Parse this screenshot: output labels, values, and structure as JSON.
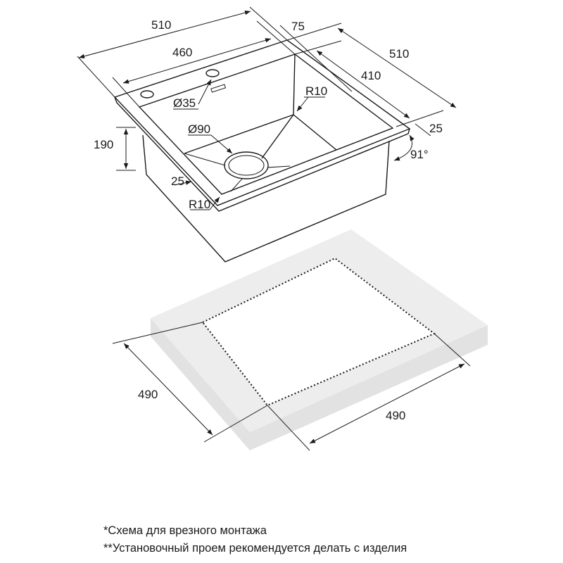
{
  "sink": {
    "dim_width_outer": "510",
    "dim_width_inner": "460",
    "dim_depth_outer": "510",
    "dim_depth_inner": "410",
    "dim_rim_back": "75",
    "dim_rim_side": "25",
    "dim_rim_front": "25",
    "dim_height": "190",
    "dim_tap_hole": "Ø35",
    "dim_drain": "Ø90",
    "dim_radius_back": "R10",
    "dim_radius_front": "R10",
    "dim_angle": "91°"
  },
  "cutout": {
    "dim_left": "490",
    "dim_right": "490"
  },
  "notes": [
    "*Схема для врезного монтажа",
    "**Установочный проем рекомендуется делать с изделия"
  ],
  "colors": {
    "line": "#1a1a1a",
    "counter_top": "#ededed",
    "counter_side": "#e2e2e2"
  }
}
